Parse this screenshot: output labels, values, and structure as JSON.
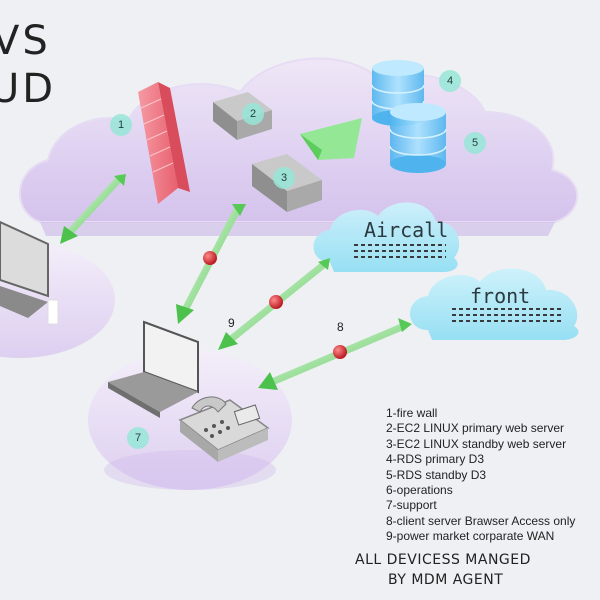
{
  "title": {
    "line1": "VS",
    "line2": "UD"
  },
  "badges": {
    "b1": "1",
    "b2": "2",
    "b3": "3",
    "b4": "4",
    "b5": "5",
    "b7": "7"
  },
  "link_labels": {
    "l9": "9",
    "l8": "8"
  },
  "clouds": {
    "aircall": "Aircall",
    "front": "front"
  },
  "legend": [
    "1-fire wall",
    "2-EC2 LINUX primary web server",
    "3-EC2 LINUX standby web server",
    "4-RDS primary D3",
    "5-RDS standby D3",
    "6-operations",
    "7-support",
    "8-client server Brawser Access only",
    "9-power market corparate WAN"
  ],
  "footer": {
    "line1": "ALL DEVICESS MANGED",
    "line2": "BY MDM AGENT"
  },
  "colors": {
    "cloud_fill": "#d9c8ee",
    "firewall": "#f27c8a",
    "database": "#6fc6f5",
    "arrow_green": "#57c957",
    "node_red": "#d8202a",
    "saas_cloud": "#a9e6f6",
    "badge": "#96e6d7"
  },
  "icons": [
    "firewall-icon",
    "server-icon",
    "database-icon",
    "router-icon",
    "laptop-icon",
    "phone-icon"
  ]
}
